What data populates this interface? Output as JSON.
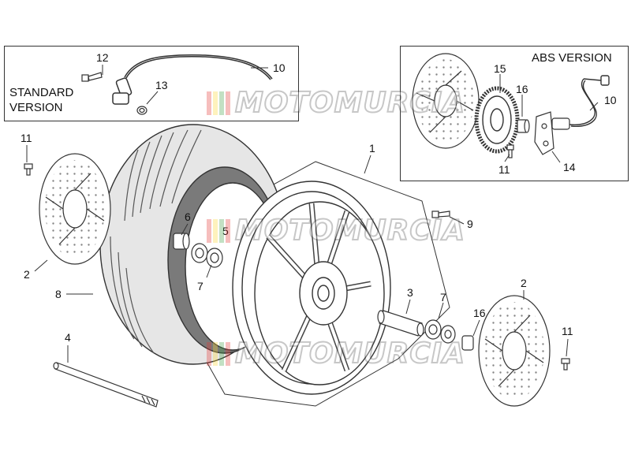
{
  "boxes": {
    "standard": {
      "label_line1": "STANDARD",
      "label_line2": "VERSION"
    },
    "abs": {
      "label": "ABS VERSION"
    }
  },
  "watermark": {
    "text": "MOTOMURCIA",
    "stripe_colors": [
      "#e53935",
      "#fdd835",
      "#43a047",
      "#e53935"
    ]
  },
  "callouts": {
    "c12": "12",
    "c10a": "10",
    "c13": "13",
    "c15": "15",
    "c16a": "16",
    "c10b": "10",
    "c11a": "11",
    "c14": "14",
    "c11b": "11",
    "c2a": "2",
    "c1": "1",
    "c6": "6",
    "c5": "5",
    "c7a": "7",
    "c9": "9",
    "c8": "8",
    "c4": "4",
    "c3": "3",
    "c7b": "7",
    "c16b": "16",
    "c2b": "2",
    "c11c": "11"
  },
  "colors": {
    "line": "#333333",
    "tire_dark": "#7a7a7a",
    "tire_light": "#e6e6e6"
  }
}
